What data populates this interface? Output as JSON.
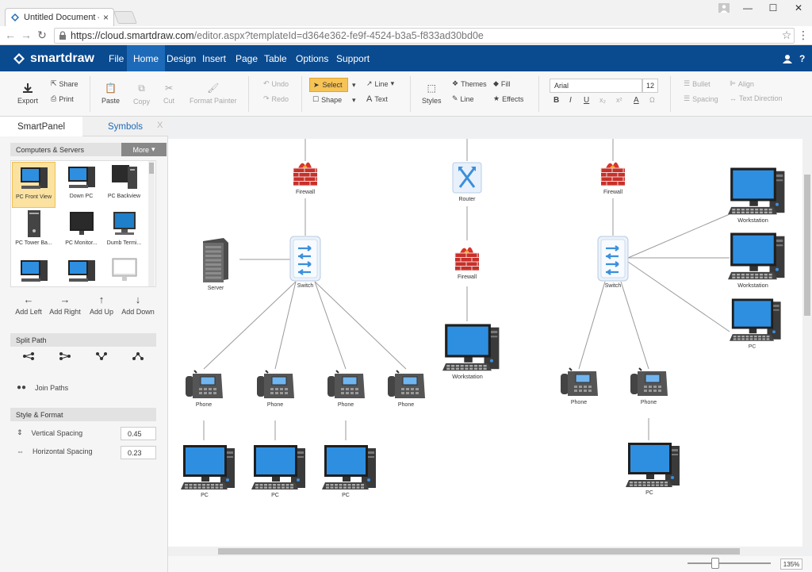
{
  "browser": {
    "tab_title": "Untitled Document — Sm",
    "tab_close": "×",
    "url_prefix": "https://",
    "url_host": "cloud.smartdraw.com",
    "url_path": "/editor.aspx?templateId=d364e362-fe9f-4524-b3a5-f833ad30bd0e"
  },
  "app": {
    "logo": "smartdraw",
    "menu": [
      "File",
      "Home",
      "Design",
      "Insert",
      "Page",
      "Table",
      "Options",
      "Support"
    ],
    "active_menu": "Home"
  },
  "ribbon": {
    "export": "Export",
    "share": "Share",
    "print": "Print",
    "paste": "Paste",
    "copy": "Copy",
    "cut": "Cut",
    "format_painter": "Format Painter",
    "undo": "Undo",
    "redo": "Redo",
    "select": "Select",
    "shape": "Shape",
    "line": "Line",
    "text": "Text",
    "styles": "Styles",
    "themes": "Themes",
    "fill": "Fill",
    "line2": "Line",
    "effects": "Effects",
    "font": "Arial",
    "font_size": "12",
    "bold": "B",
    "italic": "I",
    "underline": "U",
    "subscript": "x₂",
    "superscript": "x²",
    "font_color": "A",
    "omega": "Ω",
    "bullet": "Bullet",
    "align": "Align",
    "spacing": "Spacing",
    "text_direction": "Text Direction"
  },
  "panel": {
    "tab_smart": "SmartPanel",
    "tab_symbols": "Symbols",
    "tab_close": "X",
    "library": "Computers & Servers",
    "more": "More",
    "symbols": [
      "PC Front View",
      "Down PC",
      "PC Backview",
      "PC Tower Ba...",
      "PC Monitor...",
      "Dumb Termi...",
      "",
      "",
      ""
    ],
    "add_left": "Add Left",
    "add_right": "Add Right",
    "add_up": "Add Up",
    "add_down": "Add Down",
    "split_path": "Split Path",
    "join_paths": "Join Paths",
    "style_format": "Style & Format",
    "vertical_spacing": "Vertical Spacing",
    "vertical_value": "0.45",
    "horizontal_spacing": "Horizontal Spacing",
    "horizontal_value": "0.23"
  },
  "diagram": {
    "labels": {
      "firewall": "Firewall",
      "router": "Router",
      "switch": "Switch",
      "server": "Server",
      "phone": "Phone",
      "pc": "PC",
      "workstation": "Workstation"
    }
  },
  "zoom": "135%",
  "colors": {
    "menubar": "#0a4a8f",
    "active_tab": "#1d6ab8",
    "select": "#f6c356",
    "monitor": "#2e8fe0"
  }
}
